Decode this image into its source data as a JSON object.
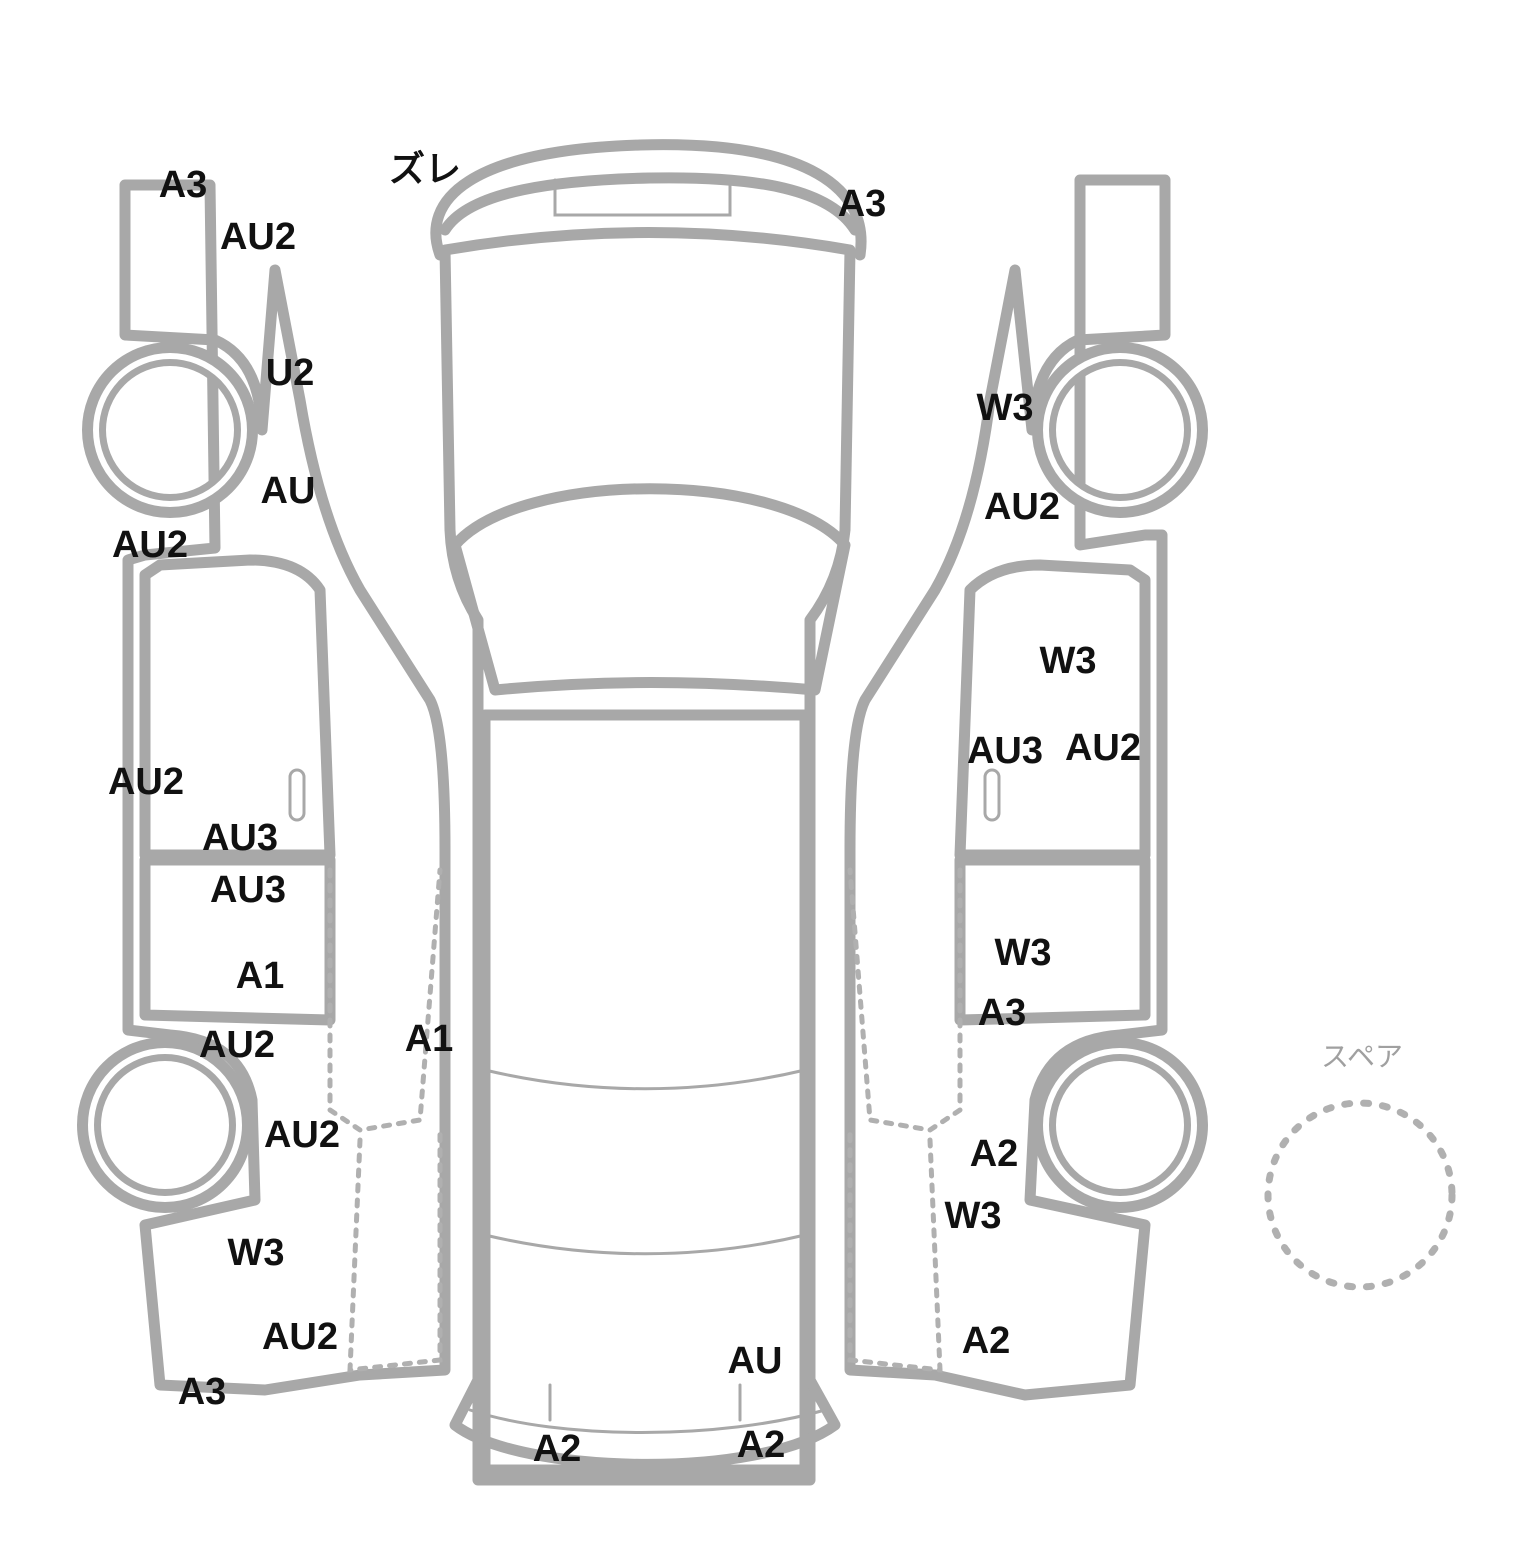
{
  "spare": {
    "label": "スペア"
  },
  "damage_marks": [
    {
      "id": "left-front-corner-top",
      "code": "A3"
    },
    {
      "id": "left-front-upper",
      "code": "AU2"
    },
    {
      "id": "top-front-left",
      "code": "ズレ"
    },
    {
      "id": "top-front-right",
      "code": "A3"
    },
    {
      "id": "left-front-fender",
      "code": "U2"
    },
    {
      "id": "left-front-wheel-arch",
      "code": "AU"
    },
    {
      "id": "left-pillar-front",
      "code": "AU2"
    },
    {
      "id": "right-front-fender",
      "code": "W3"
    },
    {
      "id": "right-front-wheel-arch",
      "code": "AU2"
    },
    {
      "id": "right-front-door-upper",
      "code": "W3"
    },
    {
      "id": "right-front-door-a",
      "code": "AU3"
    },
    {
      "id": "right-front-door-b",
      "code": "AU2"
    },
    {
      "id": "left-front-door",
      "code": "AU2"
    },
    {
      "id": "left-door-lower-1",
      "code": "AU3"
    },
    {
      "id": "left-door-lower-2",
      "code": "AU3"
    },
    {
      "id": "right-rear-door",
      "code": "W3"
    },
    {
      "id": "left-rear-door",
      "code": "A1"
    },
    {
      "id": "right-rear-door-lower",
      "code": "A3"
    },
    {
      "id": "left-rear-wheel-arch",
      "code": "AU2"
    },
    {
      "id": "left-rocker-rear",
      "code": "A1"
    },
    {
      "id": "left-quarter",
      "code": "AU2"
    },
    {
      "id": "right-quarter-a",
      "code": "A2"
    },
    {
      "id": "right-quarter-b",
      "code": "W3"
    },
    {
      "id": "left-rear-fender",
      "code": "W3"
    },
    {
      "id": "right-rear-corner",
      "code": "A2"
    },
    {
      "id": "left-rear-lower",
      "code": "AU2"
    },
    {
      "id": "rear-bumper-upper",
      "code": "AU"
    },
    {
      "id": "left-rear-corner",
      "code": "A3"
    },
    {
      "id": "rear-bumper-right",
      "code": "A2"
    },
    {
      "id": "rear-bumper-left",
      "code": "A2"
    }
  ]
}
